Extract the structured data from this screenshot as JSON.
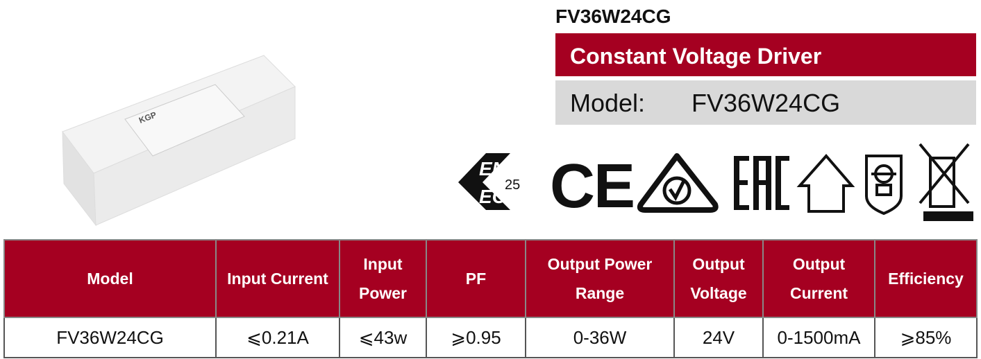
{
  "product": {
    "title": "FV36W24CG",
    "category": "Constant Voltage Driver",
    "model_label": "Model:",
    "model_value": "FV36W24CG",
    "logo": "KGP"
  },
  "certifications": [
    "enec-25-icon",
    "ce-icon",
    "rcm-icon",
    "eac-icon",
    "indoor-use-icon",
    "safety-transformer-icon",
    "weee-icon"
  ],
  "enec_number": "25",
  "table": {
    "headers": [
      "Model",
      "Input Current",
      "Input Power",
      "PF",
      "Output Power Range",
      "Output Voltage",
      "Output Current",
      "Efficiency"
    ],
    "row": [
      "FV36W24CG",
      "⩽0.21A",
      "⩽43w",
      "⩾0.95",
      "0-36W",
      "24V",
      "0-1500mA",
      "⩾85%"
    ]
  },
  "colors": {
    "accent": "#a50021",
    "grey": "#d9d9d9"
  }
}
